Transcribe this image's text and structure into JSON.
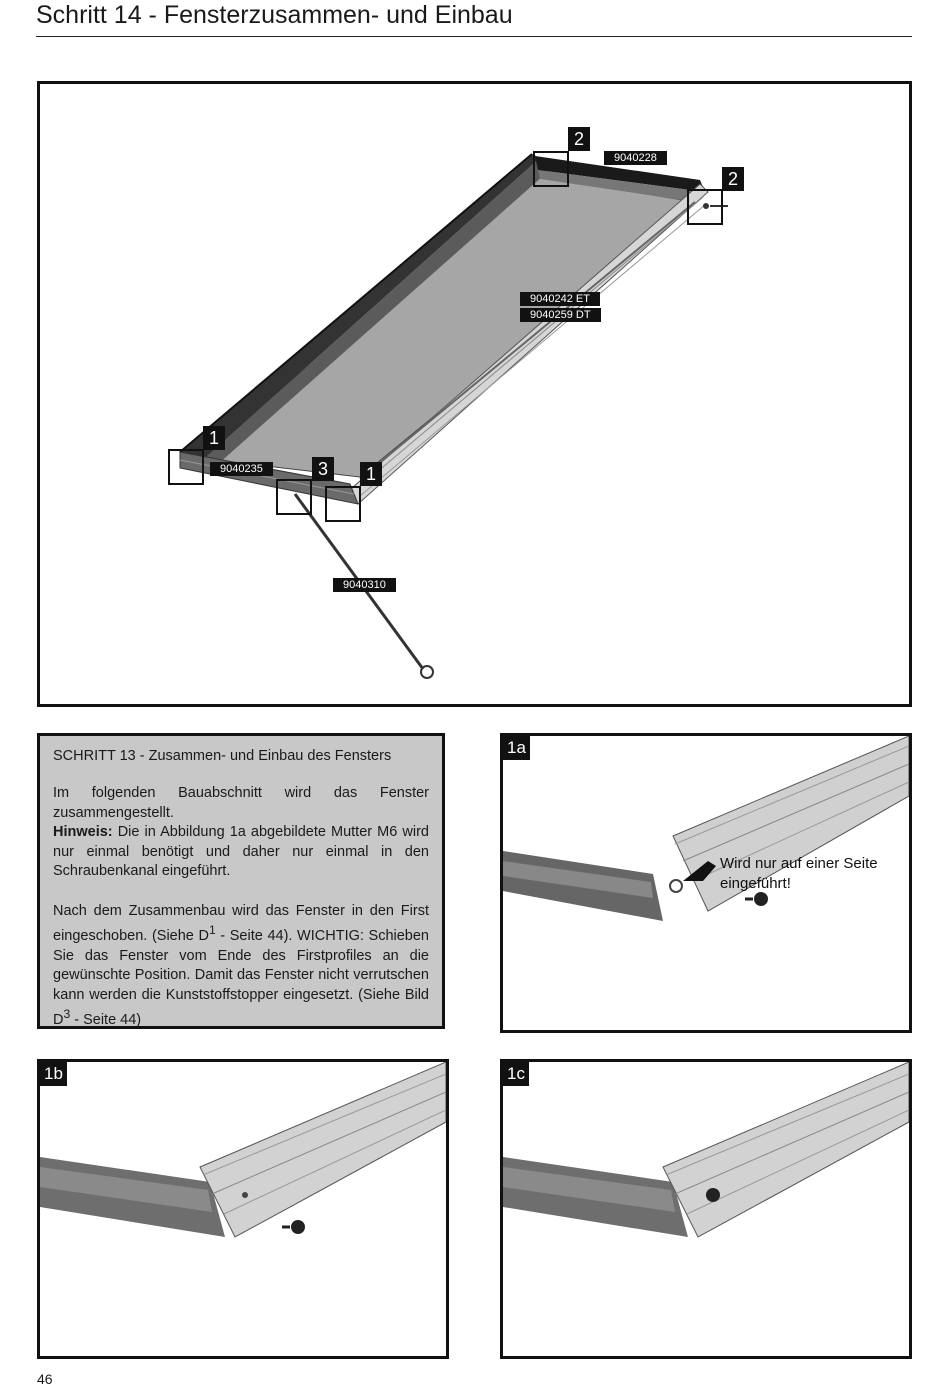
{
  "header": {
    "title": "Schritt 14 - Fensterzusammen- und Einbau"
  },
  "main_figure": {
    "part_labels": [
      "9040228",
      "9040242 ET",
      "9040259 DT",
      "9040235",
      "9040310"
    ],
    "step_markers": [
      "2",
      "2",
      "1",
      "3",
      "1"
    ]
  },
  "instructions": {
    "heading": "SCHRITT 13 - Zusammen- und Einbau des Fensters",
    "intro": "Im folgenden Bauabschnitt wird das Fenster zusammengestellt.",
    "hint_label": "Hinweis:",
    "hint_text": " Die in Abbildung 1a abgebildete Mutter M6 wird nur einmal benötigt und daher nur einmal in den Schraubenkanal eingeführt.",
    "para2_a": "Nach dem Zusammenbau wird das Fenster in den First eingeschoben. (Siehe D",
    "para2_sup1": "1",
    "para2_b": " - Seite 44). WICHTIG: Schieben Sie das Fenster vom Ende des Firstprofiles an die gewünschte Position. Damit das Fenster nicht verrutschen kann werden die Kunststoffstopper eingesetzt. (Siehe Bild D",
    "para2_sup2": "3",
    "para2_c": " - Seite 44)"
  },
  "detail_1a": {
    "tag": "1a",
    "callout_line1": "Wird nur auf einer Seite",
    "callout_line2": "eingeführt!"
  },
  "detail_1b": {
    "tag": "1b"
  },
  "detail_1c": {
    "tag": "1c"
  },
  "footer": {
    "page_number": "46"
  }
}
